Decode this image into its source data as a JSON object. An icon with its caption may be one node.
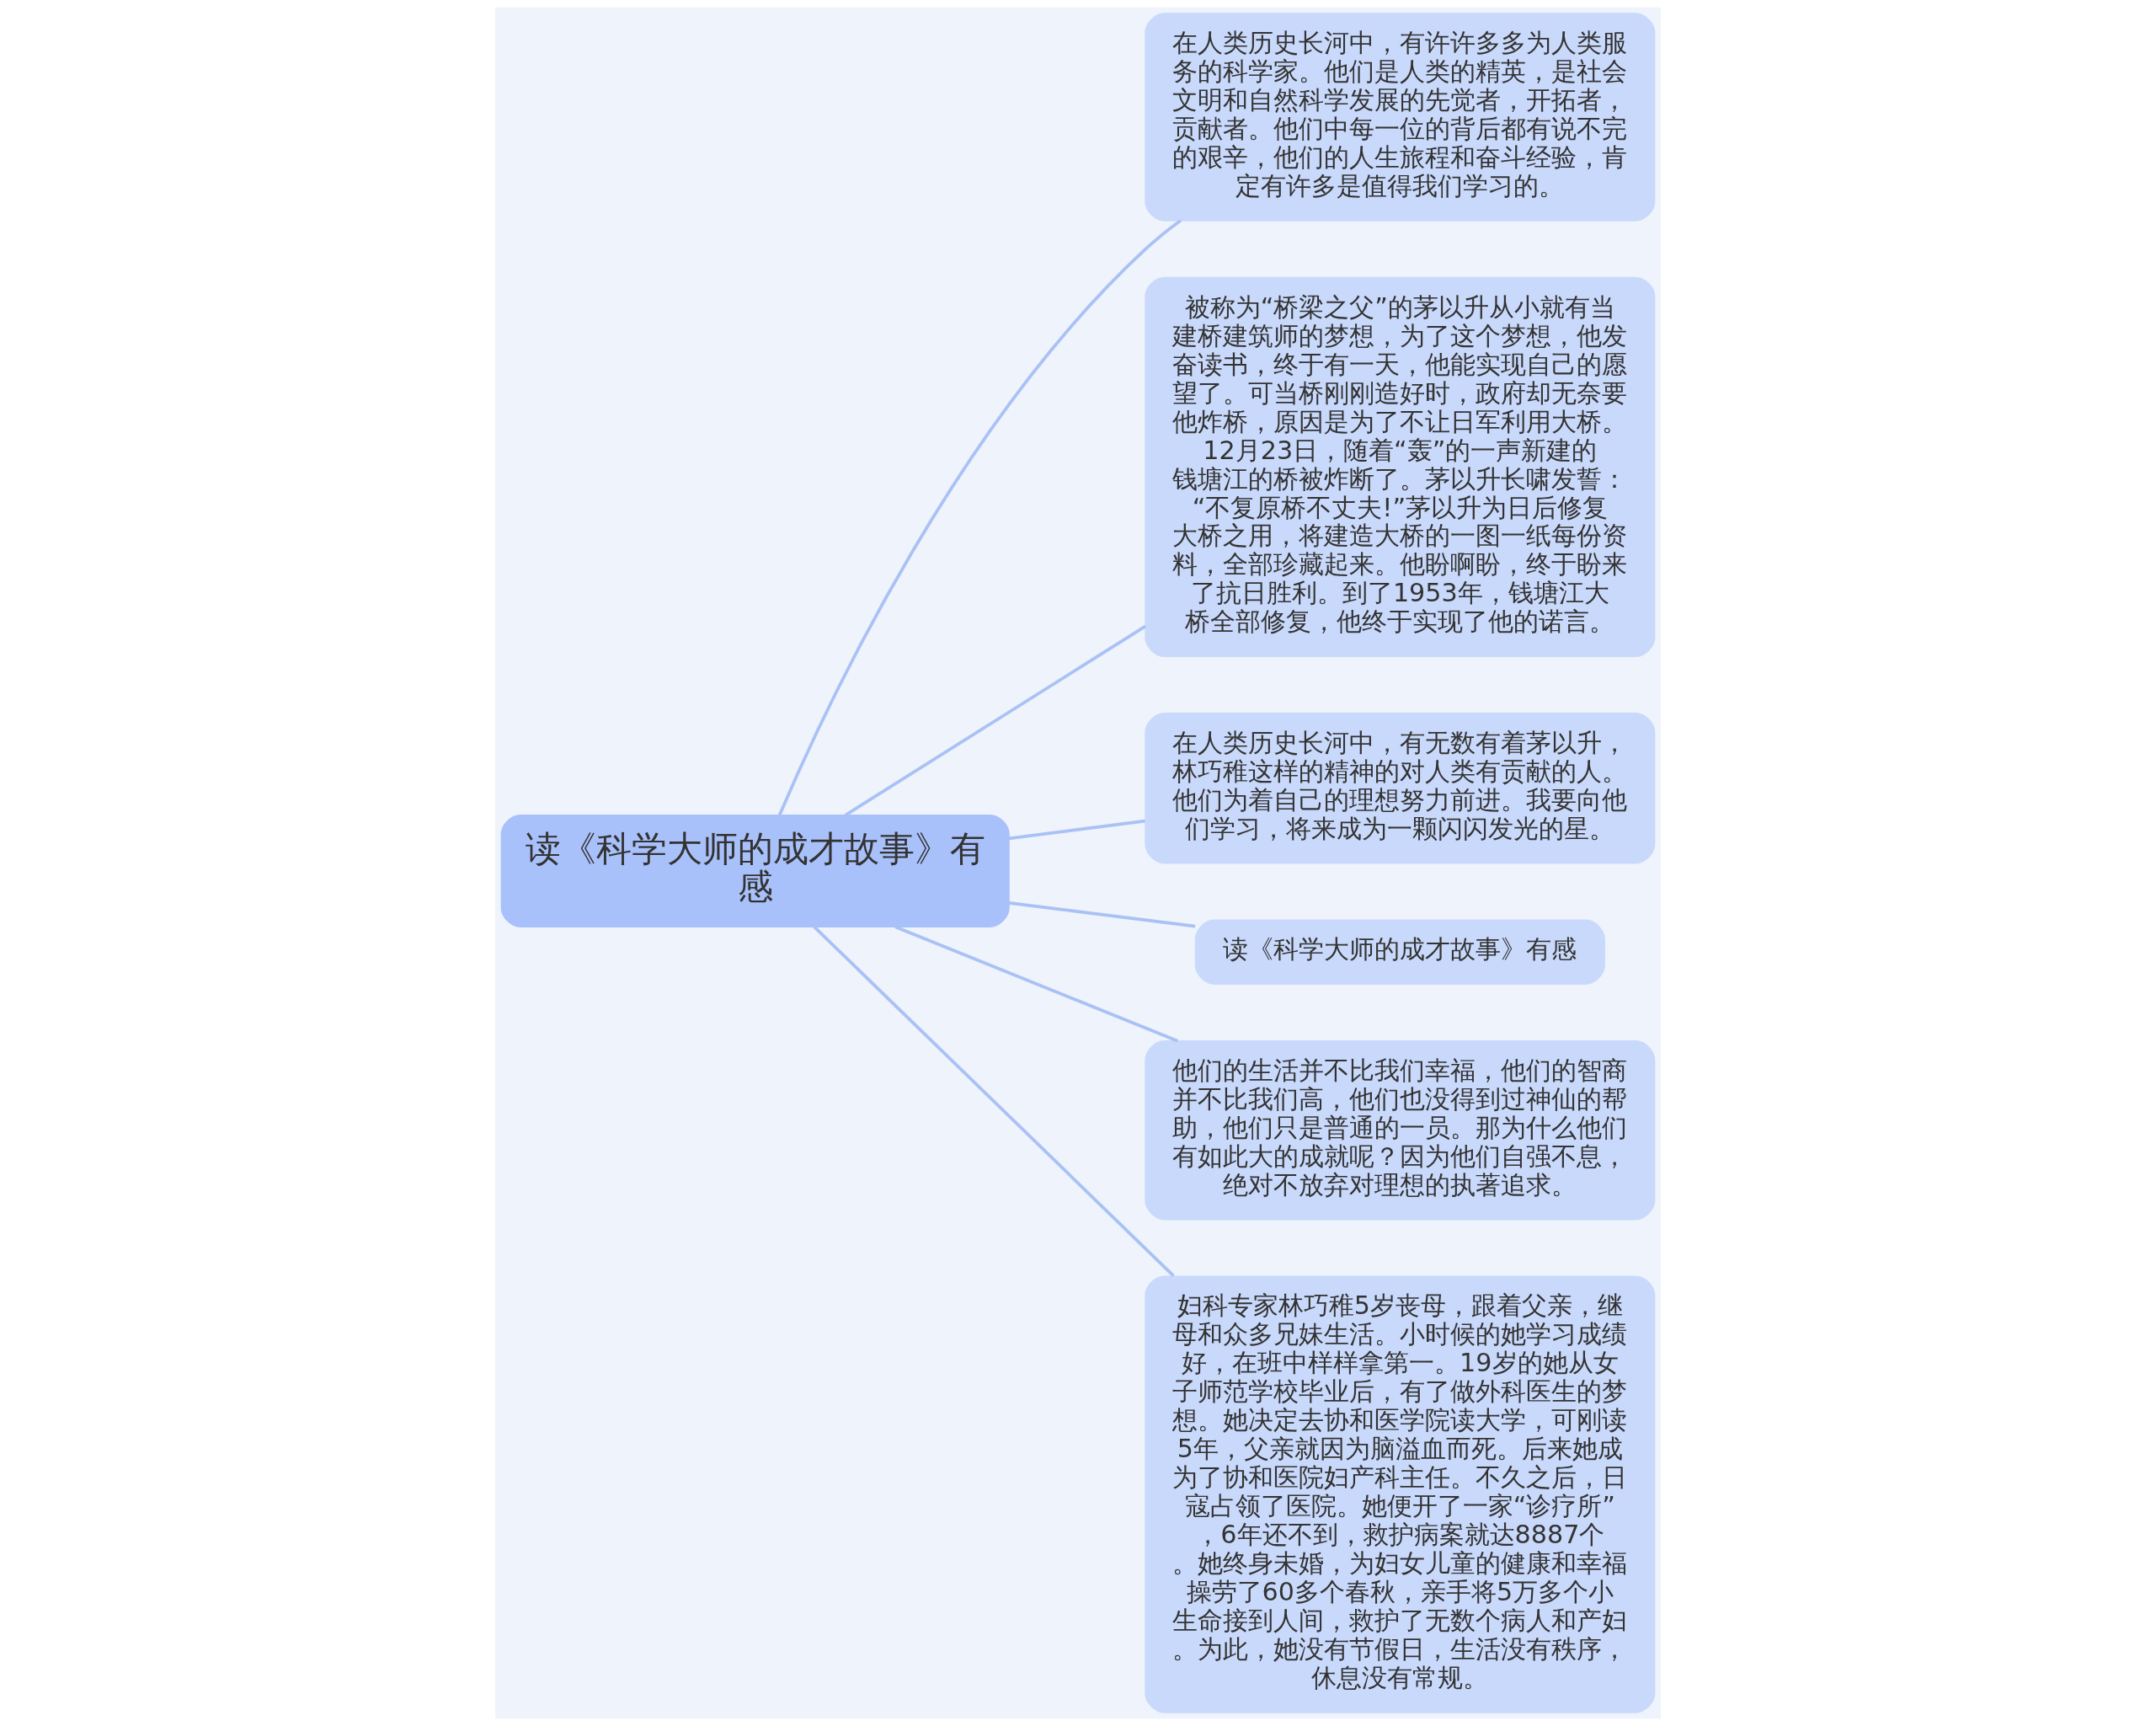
{
  "diagram": {
    "nodes": [
      {
        "text": [
          "读《科学大师的成才故事》有感"
        ]
      },
      {
        "text": [
          "在人类历史长河中，有许许多多为人类服务的科学家。他们是人类的精英，是社会文明和自然科学发展的先觉者，开拓者，贡献者。他们中每一位的背后都有说不完的艰辛，他们的人生旅程和奋斗经验，肯定有许多是值得我们学习的。"
        ]
      },
      {
        "text": [
          "被称为“桥梁之父”的茅以升从小就有当建桥建筑师的梦想，为了这个梦想，他发奋读书，终于有一天，他能实现自己的愿望了。可当桥刚刚造好时，政府却无奈要他炸桥，原因是为了不让日军利用大桥。12月23日，随着“轰”的一声新建的钱塘江的桥被炸断了。茅以升长啸发誓：“不复原桥不丈夫!”茅以升为日后修复大桥之用，将建造大桥的一图一纸每份资料，全部珍藏起来。他盼啊盼，终于盼来了抗日胜利。到了1953年，钱塘江大桥全部修复，他终于实现了他的诺言。"
        ]
      },
      {
        "text": [
          "在人类历史长河中，有无数有着茅以升，林巧稚这样的精神的对人类有贡献的人。他们为着自己的理想努力前进。我要向他们学习，将来成为一颗闪闪发光的星。"
        ]
      },
      {
        "text": [
          "读《科学大师的成才故事》有感"
        ]
      },
      {
        "text": [
          "他们的生活并不比我们幸福，他们的智商并不比我们高，他们也没得到过神仙的帮助，他们只是普通的一员。那为什么他们有如此大的成就呢？因为他们自强不息，绝对不放弃对理想的执著追求。"
        ]
      },
      {
        "text": [
          "妇科专家林巧稚5岁丧母，跟着父亲，继母和众多兄妹生活。小时候的她学习成绩好，在班中样样拿第一。19岁的她从女子师范学校毕业后，有了做外科医生的梦想。她决定去协和医学院读大学，可刚读5年，父亲就因为脑溢血而死。后来她成为了协和医院妇产科主任。不久之后，日寇占领了医院。她便开了一家“诊疗所”，6年还不到，救护病案就达8887个。她终身未婚，为妇女儿童的健康和幸福操劳了60多个春秋，亲手将5万多个小生命接到人间，救护了无数个病人和产妇。为此，她没有节假日，生活没有秩序，休息没有常规。"
        ]
      }
    ],
    "edges": [
      {
        "from": 0,
        "to": 1,
        "arrow": "none"
      },
      {
        "from": 0,
        "to": 2,
        "arrow": "none"
      },
      {
        "from": 0,
        "to": 3,
        "arrow": "none"
      },
      {
        "from": 0,
        "to": 4,
        "arrow": "none"
      },
      {
        "from": 0,
        "to": 5,
        "arrow": "none"
      },
      {
        "from": 0,
        "to": 6,
        "arrow": "none"
      }
    ]
  }
}
